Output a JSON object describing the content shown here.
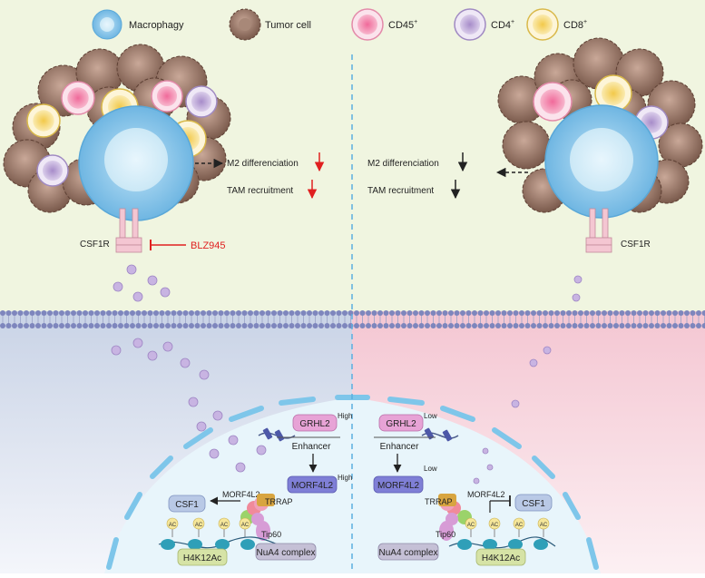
{
  "legend": {
    "macrophage": "Macrophagy",
    "tumor": "Tumor cell",
    "cd45": "CD45",
    "cd4": "CD4",
    "cd8": "CD8",
    "sup": "+"
  },
  "left": {
    "csf1r": "CSF1R",
    "inhibitor": "BLZ945",
    "m2": "M2 differenciation",
    "tam": "TAM recruitment",
    "grhl2": "GRHL2",
    "grhl2_level": "High",
    "enhancer": "Enhancer",
    "morf4l2": "MORF4L2",
    "morf4l2_level": "High",
    "csf1": "CSF1",
    "morf4l2_complex": "MORF4L2",
    "trrap": "TRRAP",
    "tip60": "Tip60",
    "ac": "AC",
    "h4k12ac": "H4K12Ac",
    "nua4": "NuA4 complex"
  },
  "right": {
    "csf1r": "CSF1R",
    "m2": "M2 differenciation",
    "tam": "TAM recruitment",
    "grhl2": "GRHL2",
    "grhl2_level": "Low",
    "enhancer": "Enhancer",
    "morf4l2": "MORF4L2",
    "morf4l2_level": "Low",
    "csf1": "CSF1",
    "morf4l2_complex": "MORF4L2",
    "trrap": "TRRAP",
    "tip60": "Tip60",
    "ac": "AC",
    "h4k12ac": "H4K12Ac",
    "nua4": "NuA4 complex"
  },
  "colors": {
    "top_bg": "#f0f5e0",
    "left_cell_bg": "#e4eaf3",
    "right_cell_bg": "#f8dde4",
    "macrophage": "#9ccfee",
    "tumor": "#9a7a6a",
    "cd45": "#f2a3bf",
    "cd4": "#c9b6dc",
    "cd8": "#f5dc84",
    "red_arrow": "#e02020",
    "grhl2_box": "#e7a3d6",
    "morf4l2_box": "#7f7fd6",
    "csf1_box": "#b9c9e6",
    "h4k12ac_box": "#d6e3a6",
    "nua4_box": "#c5c0d6",
    "dashed_divider": "#5aaee0"
  }
}
